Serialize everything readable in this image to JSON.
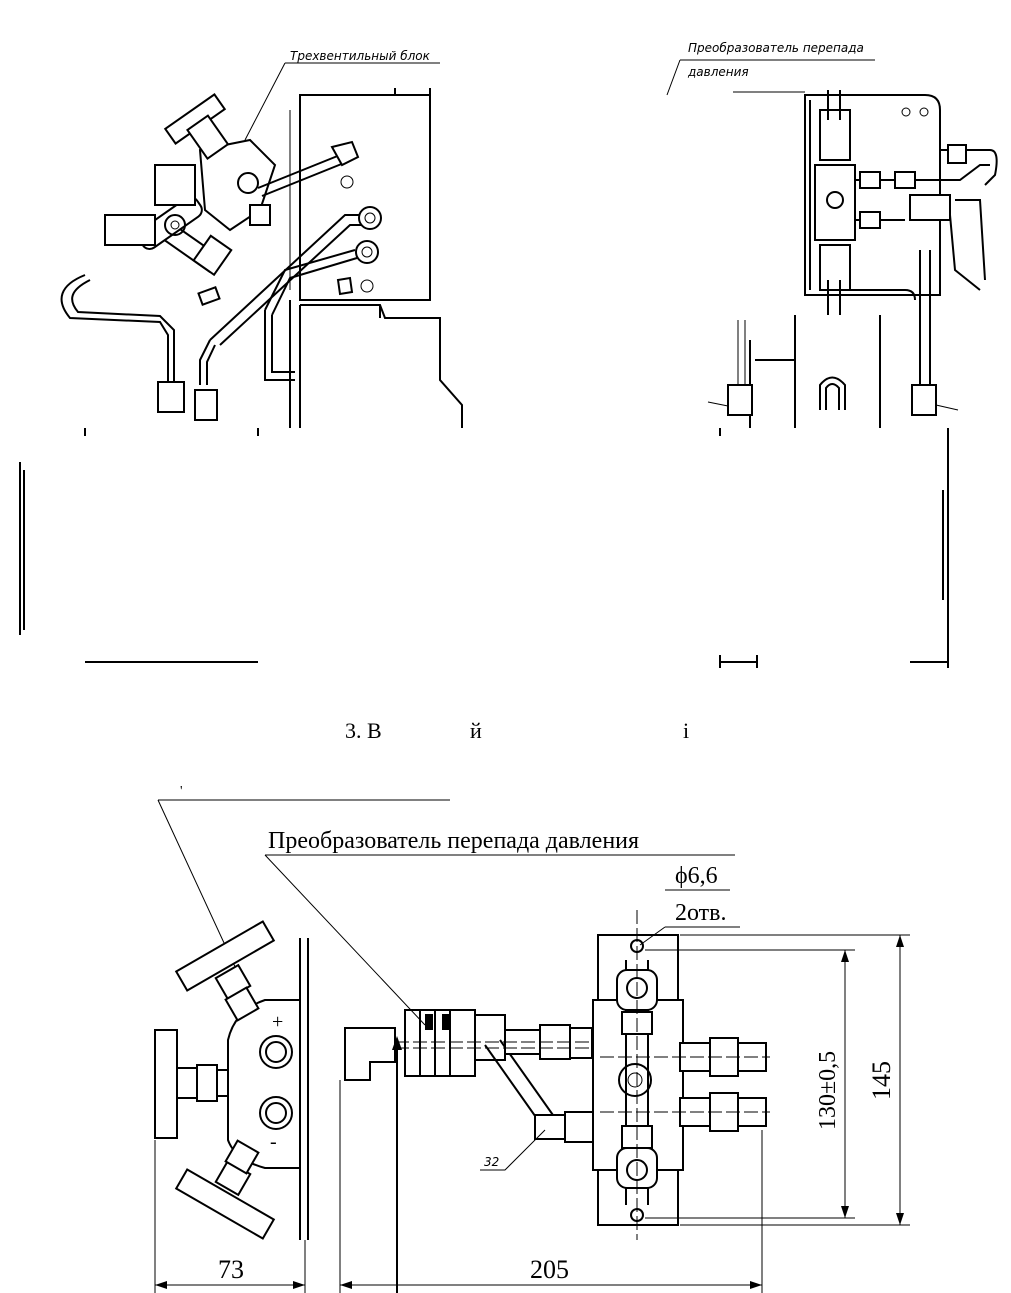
{
  "top_view": {
    "label_valve_block": "Трехвентильный блок",
    "label_transmitter_line1": "Преобразователь перепада",
    "label_transmitter_line2": "давления",
    "caption_fragment_left": "3. В",
    "caption_fragment_mid": "й",
    "caption_fragment_right": "і"
  },
  "bottom_view": {
    "label_transmitter": "Преобразователь перепада давления",
    "hole_diameter": "ϕ6,6",
    "hole_count": "2отв.",
    "plus_sign": "+",
    "minus_sign": "-",
    "leader_32": "32",
    "dim_width_left": "73",
    "dim_width_right": "205",
    "dim_height_inner": "130±0,5",
    "dim_height_outer": "145"
  }
}
